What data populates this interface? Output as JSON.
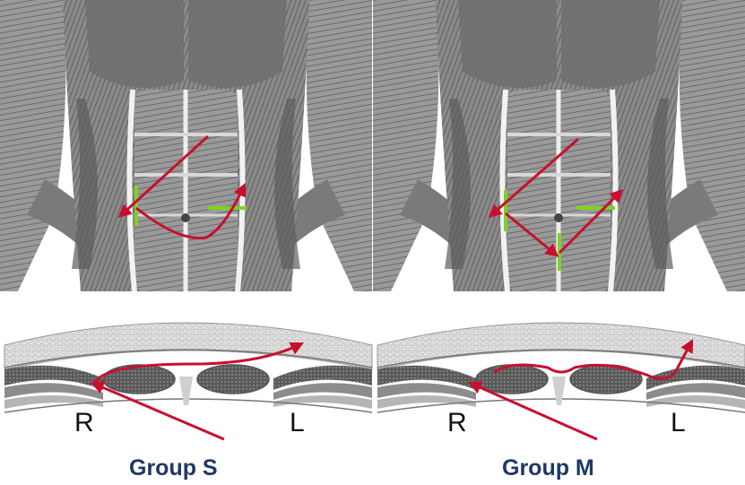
{
  "panels": [
    {
      "caption": "Group S",
      "right_side_label": "R",
      "left_side_label": "L"
    },
    {
      "caption": "Group M",
      "right_side_label": "R",
      "left_side_label": "L"
    }
  ],
  "colors": {
    "arrow": "#c8102e",
    "marker": "#7ed321",
    "caption": "#1f3864",
    "muscle_dark": "#4a4a4a",
    "muscle_light": "#d4d4d4",
    "fat_layer": "#e2e2e2"
  }
}
